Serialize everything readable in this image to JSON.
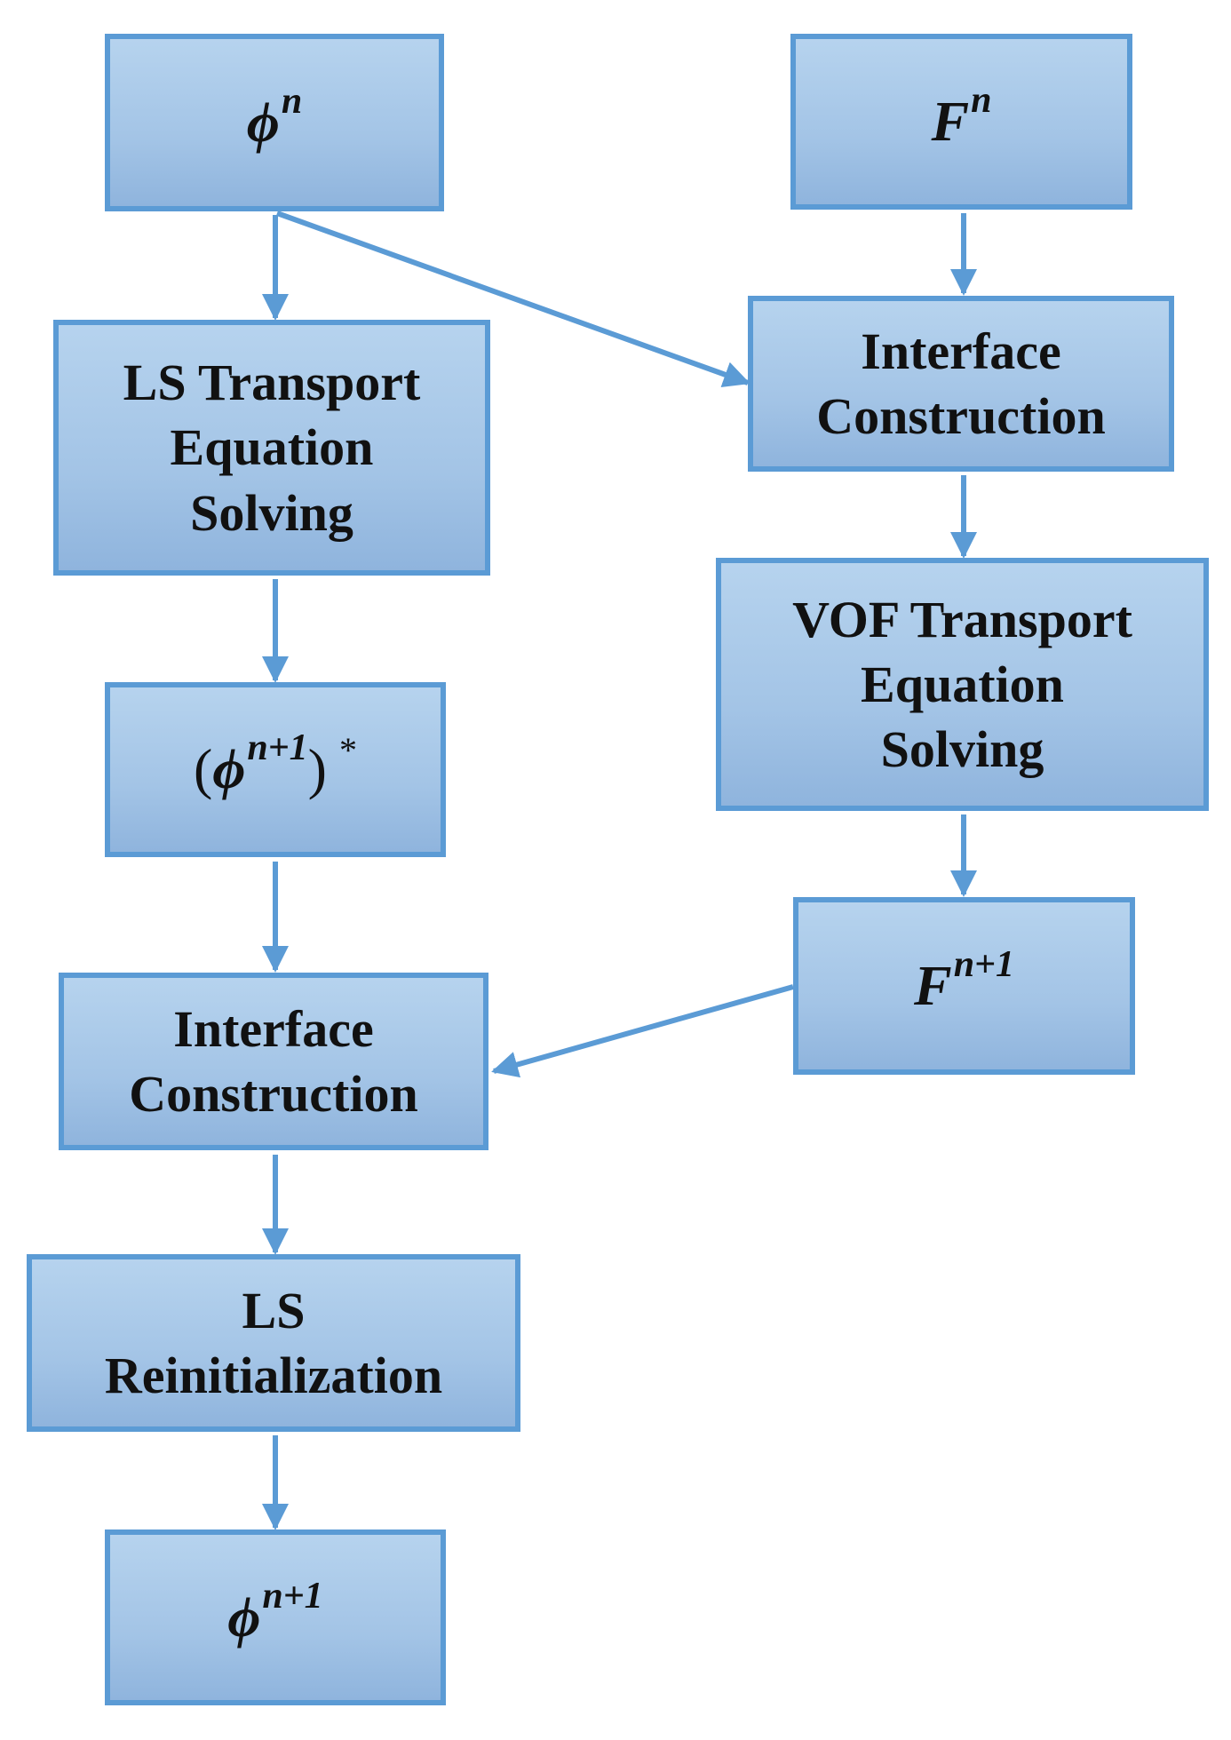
{
  "boxes": {
    "phi_n": {
      "base": "ϕ",
      "sup": "n"
    },
    "f_n": {
      "base": "F",
      "sup": "n"
    },
    "ls_transport": {
      "lines": [
        "LS Transport",
        "Equation",
        "Solving"
      ]
    },
    "interface_construction_right": {
      "lines": [
        "Interface",
        "Construction"
      ]
    },
    "vof_transport": {
      "lines": [
        "VOF Transport",
        "Equation",
        "Solving"
      ]
    },
    "phi_star": {
      "open": "(",
      "base": "ϕ",
      "sup": "n+1",
      "close": ")",
      "star": "*"
    },
    "f_n1": {
      "base": "F",
      "sup": "n+1"
    },
    "interface_construction_left": {
      "lines": [
        "Interface",
        "Construction"
      ]
    },
    "ls_reinit": {
      "lines": [
        "LS",
        "Reinitialization"
      ]
    },
    "phi_n1": {
      "base": "ϕ",
      "sup": "n+1"
    }
  },
  "colors": {
    "box_border": "#5b9bd5",
    "box_fill": "#a3c4e6",
    "arrow": "#5b9bd5",
    "text": "#111111"
  }
}
